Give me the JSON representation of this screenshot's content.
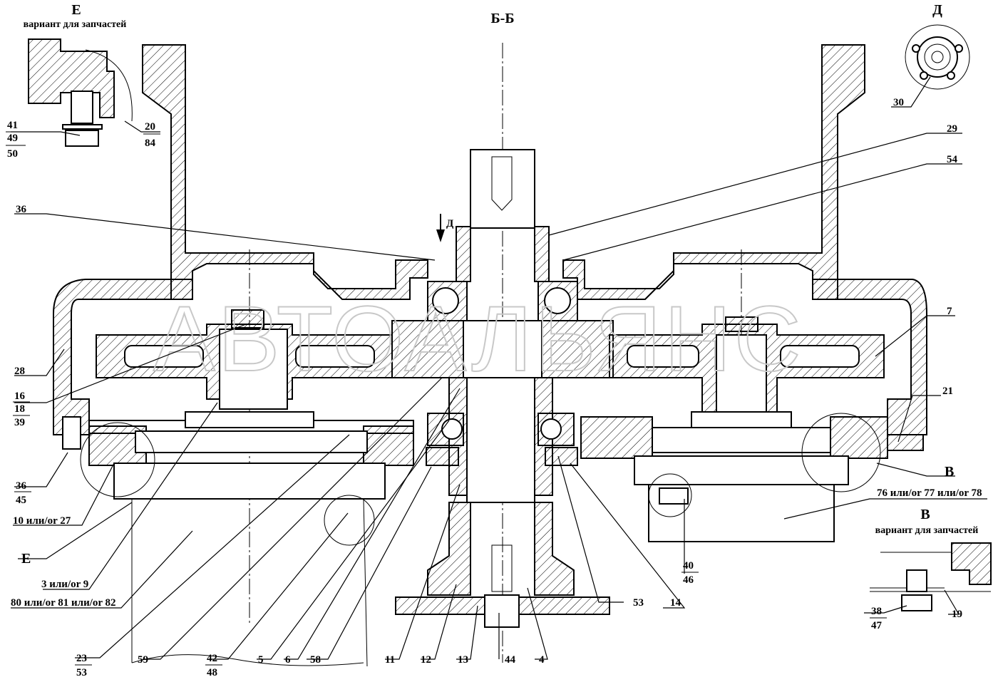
{
  "section_title": "Б-Б",
  "view_e": {
    "letter": "Е",
    "caption": "вариант для запчастей"
  },
  "view_v": {
    "letter": "В",
    "caption": "вариант для запчастей"
  },
  "view_d": {
    "letter": "Д"
  },
  "arrow_d_letter": "Д",
  "watermark": "АВТОАЛЬЯНС",
  "callouts": {
    "c41": "41",
    "c49": "49",
    "c50": "50",
    "c20": "20",
    "c84": "84",
    "c30": "30",
    "c29": "29",
    "c54": "54",
    "c36a": "36",
    "c7": "7",
    "c28": "28",
    "c16": "16",
    "c18": "18",
    "c39": "39",
    "c21": "21",
    "c36b": "36",
    "c45": "45",
    "cV": "В",
    "c10_27": "10 или/or 27",
    "c76_78": "76 или/or 77 или/or 78",
    "cE": "Е",
    "c3_9": "3 или/or 9",
    "c80_82": "80 или/or 81 или/or 82",
    "c40": "40",
    "c46": "46",
    "c53a": "53",
    "c14": "14",
    "c38": "38",
    "c47": "47",
    "c19": "19",
    "c23": "23",
    "c53b": "53",
    "c59": "59",
    "c42": "42",
    "c48": "48",
    "c5": "5",
    "c6": "6",
    "c58": "58",
    "c11": "11",
    "c12": "12",
    "c13": "13",
    "c44": "44",
    "c4": "4"
  }
}
